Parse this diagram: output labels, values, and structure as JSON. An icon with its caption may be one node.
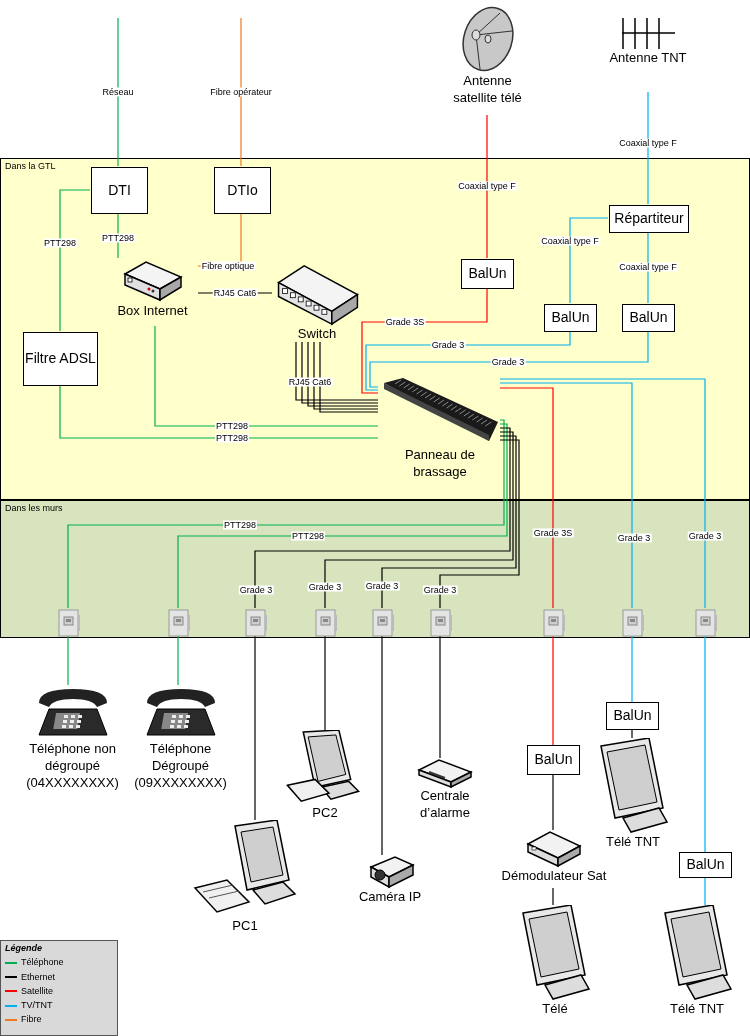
{
  "diagram": {
    "nodes": [
      {
        "text": [
          "Dans la GTL"
        ]
      },
      {
        "text": [
          "Dans les murs"
        ]
      },
      {
        "text": [
          "DTI"
        ],
        "in": 0
      },
      {
        "text": [
          "DTIo"
        ],
        "in": 0
      },
      {
        "text": [
          "Box Internet"
        ],
        "in": 0
      },
      {
        "text": [
          "Switch"
        ],
        "in": 0
      },
      {
        "text": [
          "Filtre ADSL"
        ],
        "in": 0
      },
      {
        "text": [
          "BalUn"
        ],
        "in": 0
      },
      {
        "text": [
          "Répartiteur"
        ],
        "in": 0
      },
      {
        "text": [
          "BalUn"
        ],
        "in": 0
      },
      {
        "text": [
          "BalUn"
        ],
        "in": 0
      },
      {
        "text": [
          "Panneau de brassage"
        ],
        "in": 0
      },
      {
        "text": [
          "Antenne satellite télé"
        ]
      },
      {
        "text": [
          "Antenne TNT"
        ]
      },
      {
        "text": [],
        "shape": "picture",
        "in": 1
      },
      {
        "text": [],
        "shape": "picture",
        "in": 1
      },
      {
        "text": [],
        "shape": "picture",
        "in": 1
      },
      {
        "text": [],
        "shape": "picture",
        "in": 1
      },
      {
        "text": [],
        "shape": "picture",
        "in": 1
      },
      {
        "text": [],
        "shape": "picture",
        "in": 1
      },
      {
        "text": [],
        "shape": "picture",
        "in": 1
      },
      {
        "text": [],
        "shape": "picture",
        "in": 1
      },
      {
        "text": [],
        "shape": "picture",
        "in": 1
      },
      {
        "text": [
          "Téléphone non dégroupé (04XXXXXXXX)"
        ]
      },
      {
        "text": [
          "Téléphone Dégroupé (09XXXXXXXX)"
        ]
      },
      {
        "text": [
          "PC1"
        ]
      },
      {
        "text": [
          "PC2"
        ]
      },
      {
        "text": [
          "Caméra IP"
        ]
      },
      {
        "text": [
          "Centrale d’alarme"
        ]
      },
      {
        "text": [
          "BalUn"
        ]
      },
      {
        "text": [
          "Démodulateur Sat"
        ]
      },
      {
        "text": [
          "Télé"
        ]
      },
      {
        "text": [
          "BalUn"
        ]
      },
      {
        "text": [
          "Télé TNT"
        ]
      },
      {
        "text": [
          "BalUn"
        ]
      },
      {
        "text": [
          "Télé TNT"
        ]
      }
    ],
    "edges": [
      {
        "from": null,
        "to": 2,
        "arrow": "none",
        "label": "Réseau",
        "color": "#00b050"
      },
      {
        "from": null,
        "to": 3,
        "arrow": "none",
        "label": "Fibre opérateur",
        "color": "#f07820"
      },
      {
        "from": 2,
        "to": 6,
        "arrow": "none",
        "label": "PTT298",
        "color": "#00b050"
      },
      {
        "from": 2,
        "to": 4,
        "arrow": "none",
        "label": "PTT298",
        "color": "#00b050"
      },
      {
        "from": 3,
        "to": 4,
        "arrow": "none",
        "label": "Fibre optique",
        "color": "#f07820"
      },
      {
        "from": 4,
        "to": 5,
        "arrow": "none",
        "label": "RJ45 Cat6"
      },
      {
        "from": 5,
        "to": 11,
        "arrow": "none",
        "label": "RJ45 Cat6"
      },
      {
        "from": 4,
        "to": 11,
        "arrow": "none",
        "label": "PTT298",
        "color": "#00b050"
      },
      {
        "from": 6,
        "to": 11,
        "arrow": "none",
        "label": "PTT298",
        "color": "#00b050"
      },
      {
        "from": 12,
        "to": 7,
        "arrow": "none",
        "label": "Coaxial type F",
        "color": "#ff0000"
      },
      {
        "from": 7,
        "to": 11,
        "arrow": "none",
        "label": "Grade 3S",
        "color": "#ff0000"
      },
      {
        "from": 13,
        "to": 8,
        "arrow": "none",
        "label": "Coaxial type F",
        "color": "#00b0f0"
      },
      {
        "from": 8,
        "to": 9,
        "arrow": "none",
        "label": "Coaxial type F",
        "color": "#00b0f0"
      },
      {
        "from": 8,
        "to": 10,
        "arrow": "none",
        "label": "Coaxial type F",
        "color": "#00b0f0"
      },
      {
        "from": 9,
        "to": 11,
        "arrow": "none",
        "label": "Grade 3",
        "color": "#00b0f0"
      },
      {
        "from": 10,
        "to": 11,
        "arrow": "none",
        "label": "Grade 3",
        "color": "#00b0f0"
      },
      {
        "from": 11,
        "to": 14,
        "arrow": "none",
        "label": "PTT298",
        "color": "#00b050"
      },
      {
        "from": 11,
        "to": 15,
        "arrow": "none",
        "label": "PTT298",
        "color": "#00b050"
      },
      {
        "from": 11,
        "to": 16,
        "arrow": "none",
        "label": "Grade 3"
      },
      {
        "from": 11,
        "to": 17,
        "arrow": "none",
        "label": "Grade 3"
      },
      {
        "from": 11,
        "to": 18,
        "arrow": "none",
        "label": "Grade 3"
      },
      {
        "from": 11,
        "to": 19,
        "arrow": "none",
        "label": "Grade 3"
      },
      {
        "from": 11,
        "to": 20,
        "arrow": "none",
        "label": "Grade 3S",
        "color": "#ff0000"
      },
      {
        "from": 11,
        "to": 21,
        "arrow": "none",
        "label": "Grade 3",
        "color": "#00b0f0"
      },
      {
        "from": 11,
        "to": 22,
        "arrow": "none",
        "label": "Grade 3",
        "color": "#00b0f0"
      },
      {
        "from": 14,
        "to": 23,
        "arrow": "none",
        "color": "#00b050"
      },
      {
        "from": 15,
        "to": 24,
        "arrow": "none",
        "color": "#00b050"
      },
      {
        "from": 16,
        "to": 25,
        "arrow": "none"
      },
      {
        "from": 17,
        "to": 26,
        "arrow": "none"
      },
      {
        "from": 18,
        "to": 27,
        "arrow": "none"
      },
      {
        "from": 19,
        "to": 28,
        "arrow": "none"
      },
      {
        "from": 20,
        "to": 29,
        "arrow": "none",
        "color": "#ff0000"
      },
      {
        "from": 29,
        "to": 30,
        "arrow": "none"
      },
      {
        "from": 30,
        "to": 31,
        "arrow": "none"
      },
      {
        "from": 21,
        "to": 32,
        "arrow": "none",
        "color": "#00b0f0"
      },
      {
        "from": 32,
        "to": 33,
        "arrow": "none"
      },
      {
        "from": 22,
        "to": 34,
        "arrow": "none",
        "color": "#00b0f0"
      },
      {
        "from": 34,
        "to": 35,
        "arrow": "none",
        "color": "#00b0f0"
      }
    ],
    "labels": [
      "Légende"
    ],
    "legend": [
      {
        "text": "Téléphone",
        "color": "#00b050"
      },
      {
        "text": "Ethernet",
        "color": "#000000"
      },
      {
        "text": "Satellite",
        "color": "#ff0000"
      },
      {
        "text": "TV/TNT",
        "color": "#00b0f0"
      },
      {
        "text": "Fibre",
        "color": "#f07820"
      }
    ]
  }
}
